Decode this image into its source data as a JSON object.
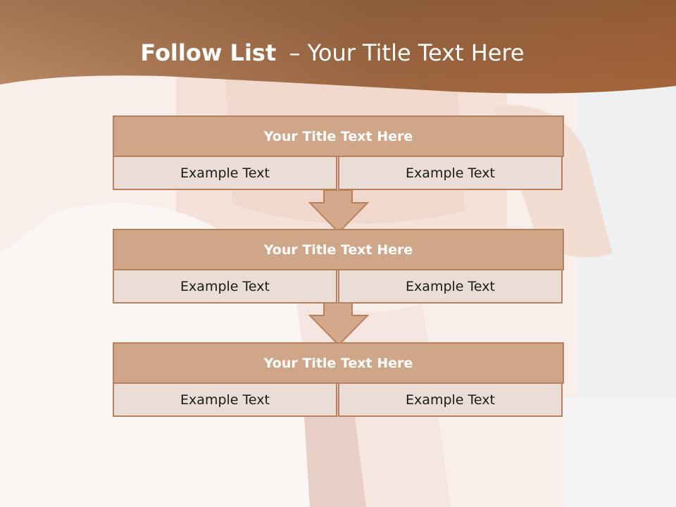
{
  "slide": {
    "title_strong": "Follow List",
    "title_sep": "–",
    "title_rest": "Your Title Text Here"
  },
  "blocks": [
    {
      "title": "Your Title Text Here",
      "cells": [
        "Example Text",
        "Example Text"
      ]
    },
    {
      "title": "Your Title Text Here",
      "cells": [
        "Example Text",
        "Example Text"
      ]
    },
    {
      "title": "Your Title Text Here",
      "cells": [
        "Example Text",
        "Example Text"
      ]
    }
  ],
  "colors": {
    "header_band": "#a66a44",
    "title_box": "#cfa688",
    "cell_box": "#eaddd6",
    "border": "#b9805e",
    "arrow": "#d4a98b"
  }
}
